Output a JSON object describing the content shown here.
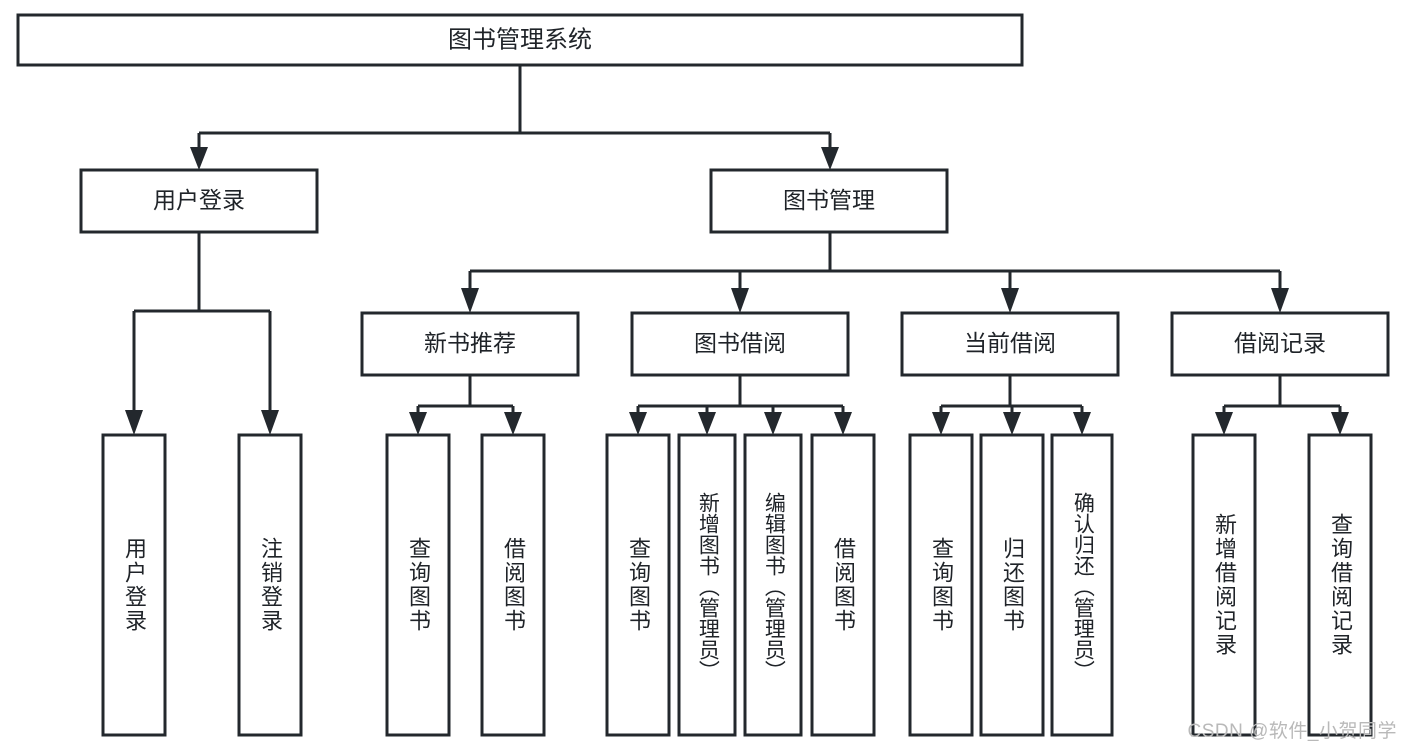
{
  "diagram": {
    "title": "图书管理系统",
    "type": "hierarchy-tree",
    "watermark": "CSDN @软件_小贺同学",
    "colors": {
      "box_stroke": "#23282d",
      "box_fill": "#ffffff",
      "text": "#1f2328",
      "background": "#ffffff",
      "watermark": "#b9b9b9"
    },
    "nodes": {
      "root": {
        "label": "图书管理系统"
      },
      "level2": [
        {
          "id": "user-login",
          "label": "用户登录"
        },
        {
          "id": "book-manage",
          "label": "图书管理"
        }
      ],
      "level3": [
        {
          "id": "new-book-recommend",
          "label": "新书推荐"
        },
        {
          "id": "book-borrow",
          "label": "图书借阅"
        },
        {
          "id": "current-borrow",
          "label": "当前借阅"
        },
        {
          "id": "borrow-record",
          "label": "借阅记录"
        }
      ],
      "leaves": [
        {
          "id": "leaf-user-login",
          "label": "用户登录",
          "parent": "user-login"
        },
        {
          "id": "leaf-logout",
          "label": "注销登录",
          "parent": "user-login"
        },
        {
          "id": "leaf-query-book-1",
          "label": "查询图书",
          "parent": "new-book-recommend"
        },
        {
          "id": "leaf-borrow-book-1",
          "label": "借阅图书",
          "parent": "new-book-recommend"
        },
        {
          "id": "leaf-query-book-2",
          "label": "查询图书",
          "parent": "book-borrow"
        },
        {
          "id": "leaf-add-book",
          "label": "新增图书（管理员）",
          "parent": "book-borrow"
        },
        {
          "id": "leaf-edit-book",
          "label": "编辑图书（管理员）",
          "parent": "book-borrow"
        },
        {
          "id": "leaf-borrow-book-2",
          "label": "借阅图书",
          "parent": "book-borrow"
        },
        {
          "id": "leaf-query-book-3",
          "label": "查询图书",
          "parent": "current-borrow"
        },
        {
          "id": "leaf-return-book",
          "label": "归还图书",
          "parent": "current-borrow"
        },
        {
          "id": "leaf-confirm-return",
          "label": "确认归还（管理员）",
          "parent": "current-borrow"
        },
        {
          "id": "leaf-add-record",
          "label": "新增借阅记录",
          "parent": "borrow-record"
        },
        {
          "id": "leaf-query-record",
          "label": "查询借阅记录",
          "parent": "borrow-record"
        }
      ]
    }
  }
}
